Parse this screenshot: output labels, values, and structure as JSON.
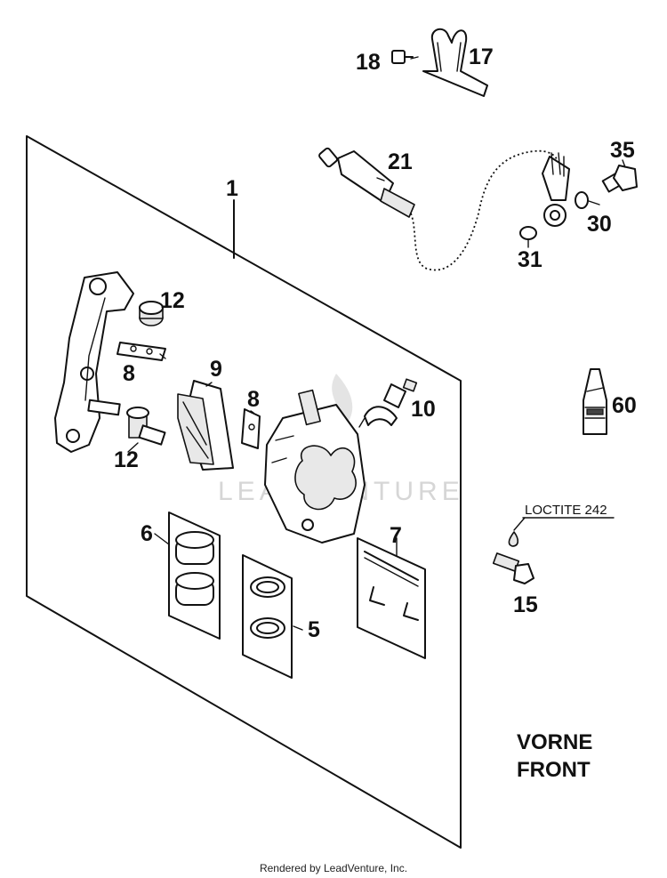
{
  "parts": {
    "p1": "1",
    "p5": "5",
    "p6": "6",
    "p7": "7",
    "p8a": "8",
    "p8b": "8",
    "p9": "9",
    "p10": "10",
    "p12a": "12",
    "p12b": "12",
    "p15": "15",
    "p17": "17",
    "p18": "18",
    "p21": "21",
    "p30": "30",
    "p31": "31",
    "p35": "35",
    "p60": "60"
  },
  "notes": {
    "loctite": "LOCTITE 242"
  },
  "labels": {
    "vorne": "VORNE",
    "front": "FRONT"
  },
  "watermark": "LEADVENTURE",
  "footer": "Rendered by LeadVenture, Inc."
}
